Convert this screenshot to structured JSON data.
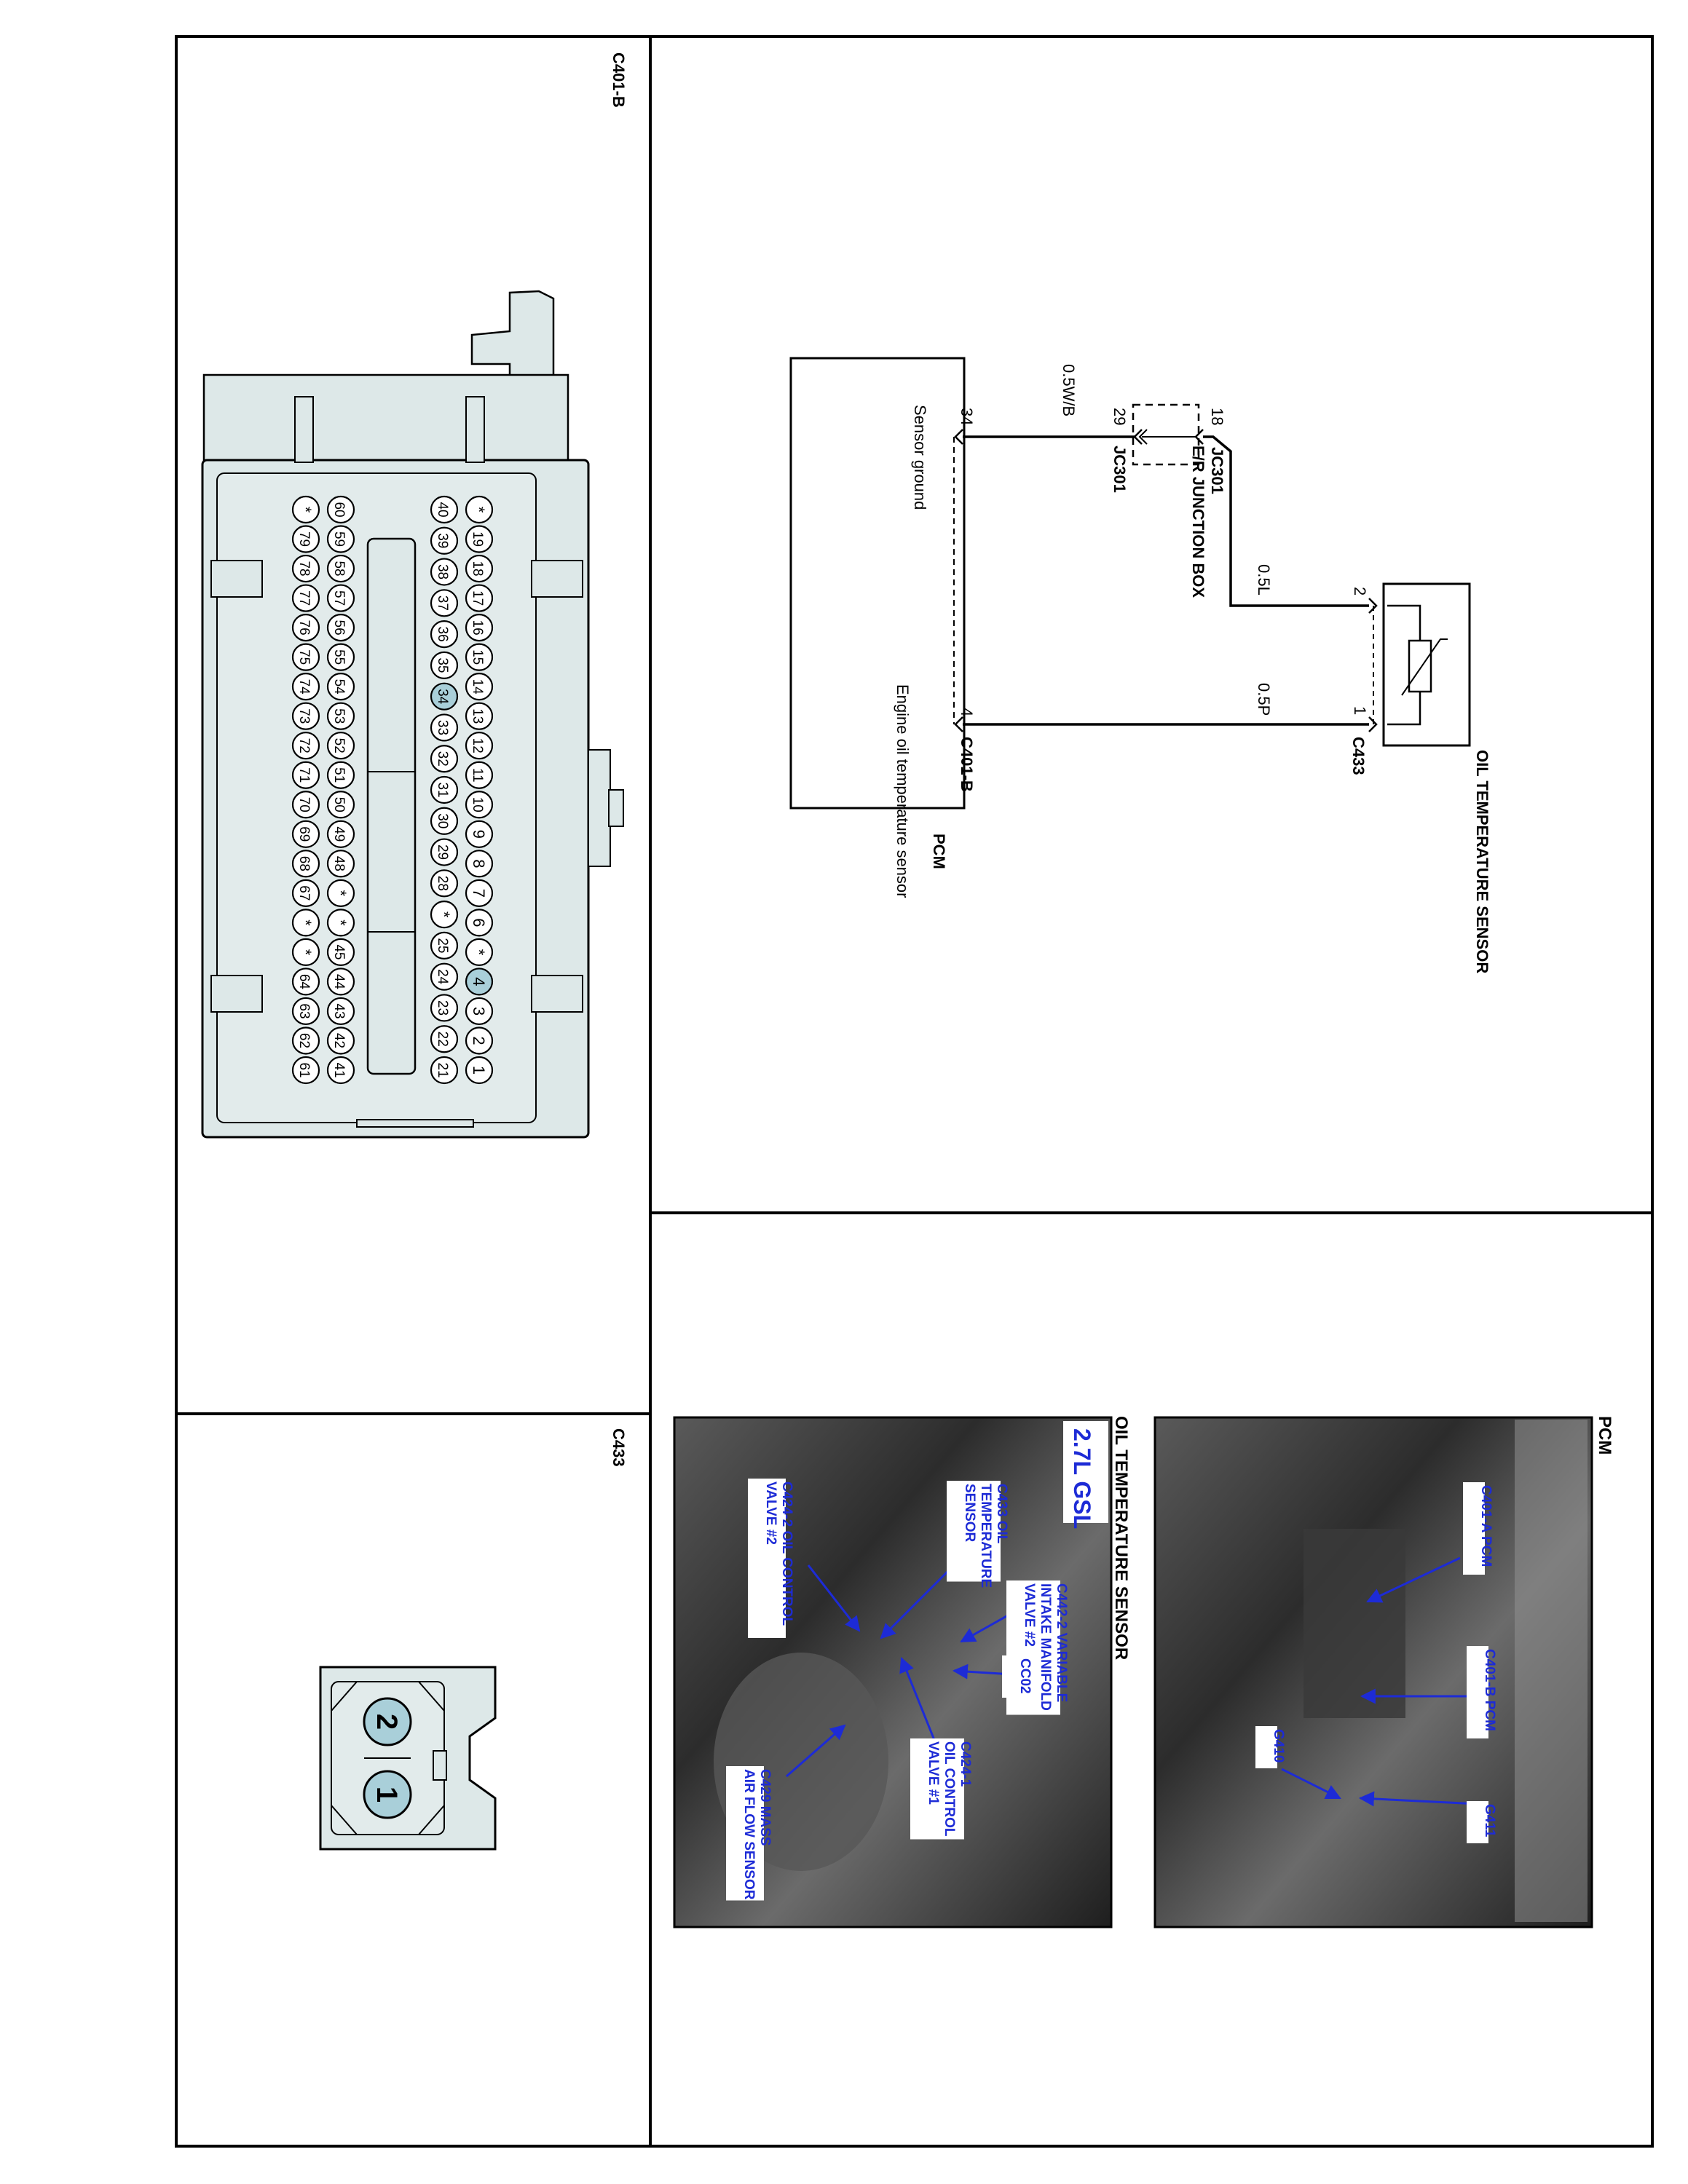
{
  "panels": {
    "connector_b_title": "C401-B",
    "connector_433_title": "C433",
    "pcm_photo_title": "PCM",
    "oil_sensor_photo_title": "OIL TEMPERATURE SENSOR"
  },
  "connector_b": {
    "rows": [
      [
        "1",
        "2",
        "3",
        "4",
        "*",
        "6",
        "7",
        "8",
        "9",
        "10",
        "11",
        "12",
        "13",
        "14",
        "15",
        "16",
        "17",
        "18",
        "19",
        "*"
      ],
      [
        "21",
        "22",
        "23",
        "24",
        "25",
        "*",
        "28",
        "29",
        "30",
        "31",
        "32",
        "33",
        "34",
        "35",
        "36",
        "37",
        "38",
        "39",
        "40"
      ],
      [
        "41",
        "42",
        "43",
        "44",
        "45",
        "*",
        "*",
        "48",
        "49",
        "50",
        "51",
        "52",
        "53",
        "54",
        "55",
        "56",
        "57",
        "58",
        "59",
        "60"
      ],
      [
        "61",
        "62",
        "63",
        "64",
        "*",
        "*",
        "67",
        "68",
        "69",
        "70",
        "71",
        "72",
        "73",
        "74",
        "75",
        "76",
        "77",
        "78",
        "79",
        "*"
      ]
    ],
    "highlighted": [
      "4",
      "34"
    ],
    "highlight_color": "#a9cfd9"
  },
  "connector_433": {
    "pins": [
      "2",
      "1"
    ],
    "highlight_color": "#a9cfd9"
  },
  "schematic": {
    "sensor_label": "OIL TEMPERATURE SENSOR",
    "sensor_connector": "C433",
    "sensor_pin_a": "2",
    "sensor_pin_b": "1",
    "wire_sensor_ground_color": "0.5L",
    "wire_signal_color": "0.5P",
    "junction_name": "JC301",
    "junction_box_label": "E/R JUNCTION BOX",
    "junction_pin_in": "18",
    "junction_pin_out": "29",
    "junction_label_bottom": "JC301",
    "wire_ground_pcm": "0.5W/B",
    "pcm_pin_ground": "34",
    "pcm_pin_signal": "4",
    "pcm_label_ground": "Sensor ground",
    "pcm_label_signal": "Engine oil temperature sensor",
    "pcm_connector": "C401-B",
    "pcm_name": "PCM"
  },
  "pcm_photo": {
    "callouts": [
      "C401-A PCM",
      "C401-B PCM",
      "G410",
      "G411"
    ]
  },
  "oil_photo": {
    "badge": "2.7L GSL",
    "callouts": [
      "C442-2 VARIABLE INTAKE MANIFOLD VALVE #2",
      "C433 OIL TEMPERATURE SENSOR",
      "C424-2 OIL CONTROL VALVE #2",
      "CC02",
      "C424-1 OIL CONTROL VALVE #1",
      "C429 MASS AIR FLOW SENSOR"
    ]
  }
}
